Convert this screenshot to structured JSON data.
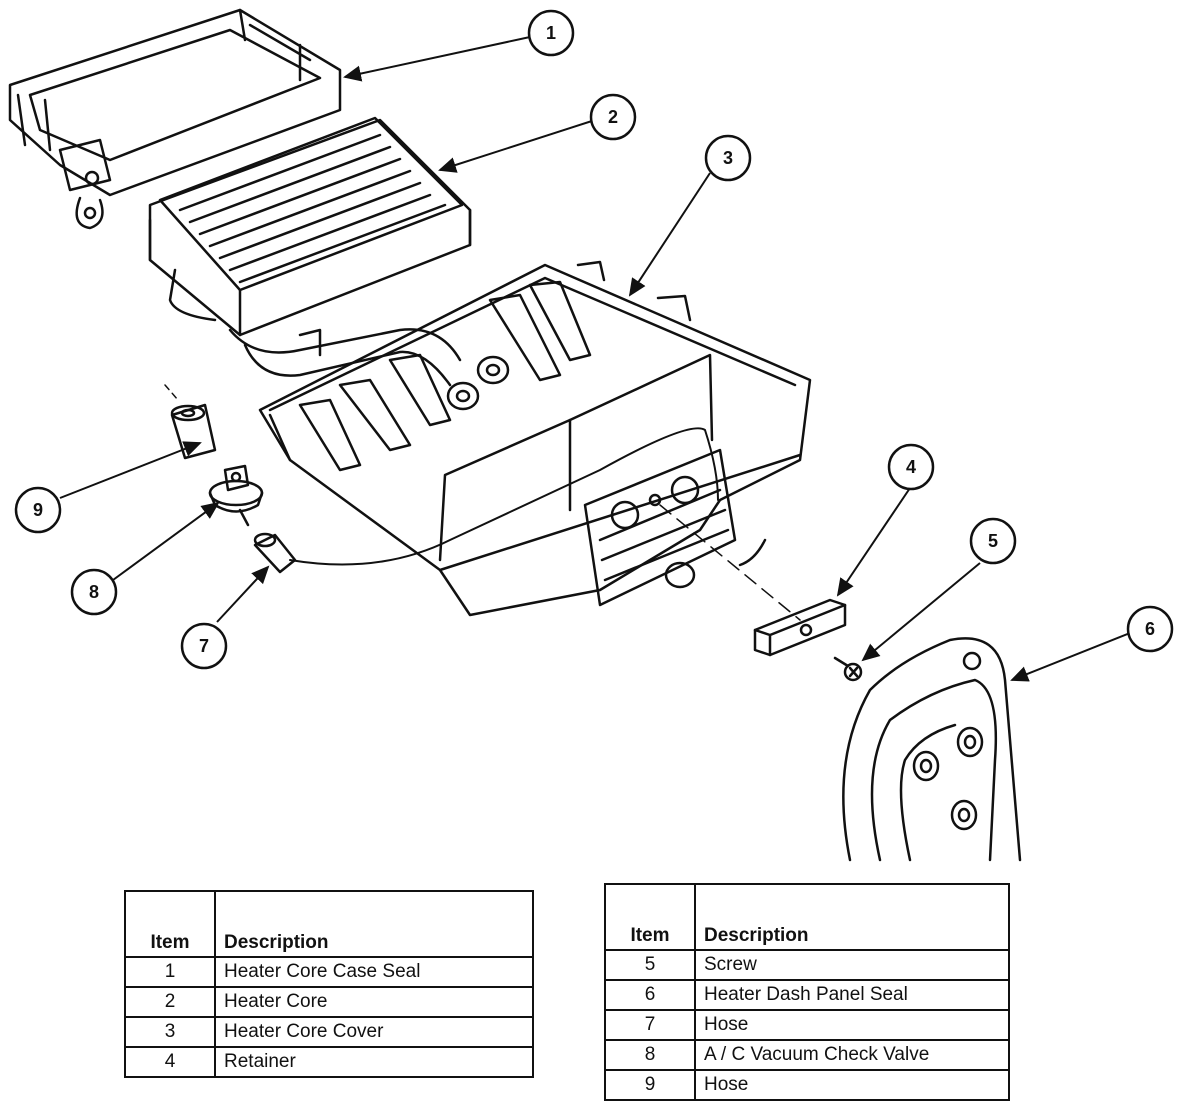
{
  "callouts": [
    "1",
    "2",
    "3",
    "4",
    "5",
    "6",
    "7",
    "8",
    "9"
  ],
  "tables": [
    {
      "header_item": "Item",
      "header_description": "Description",
      "rows": [
        {
          "item": "1",
          "description": "Heater Core Case Seal"
        },
        {
          "item": "2",
          "description": "Heater Core"
        },
        {
          "item": "3",
          "description": "Heater Core Cover"
        },
        {
          "item": "4",
          "description": "Retainer"
        }
      ]
    },
    {
      "header_item": "Item",
      "header_description": "Description",
      "rows": [
        {
          "item": "5",
          "description": "Screw"
        },
        {
          "item": "6",
          "description": "Heater Dash Panel Seal"
        },
        {
          "item": "7",
          "description": "Hose"
        },
        {
          "item": "8",
          "description": "A / C Vacuum Check Valve"
        },
        {
          "item": "9",
          "description": "Hose"
        }
      ]
    }
  ]
}
